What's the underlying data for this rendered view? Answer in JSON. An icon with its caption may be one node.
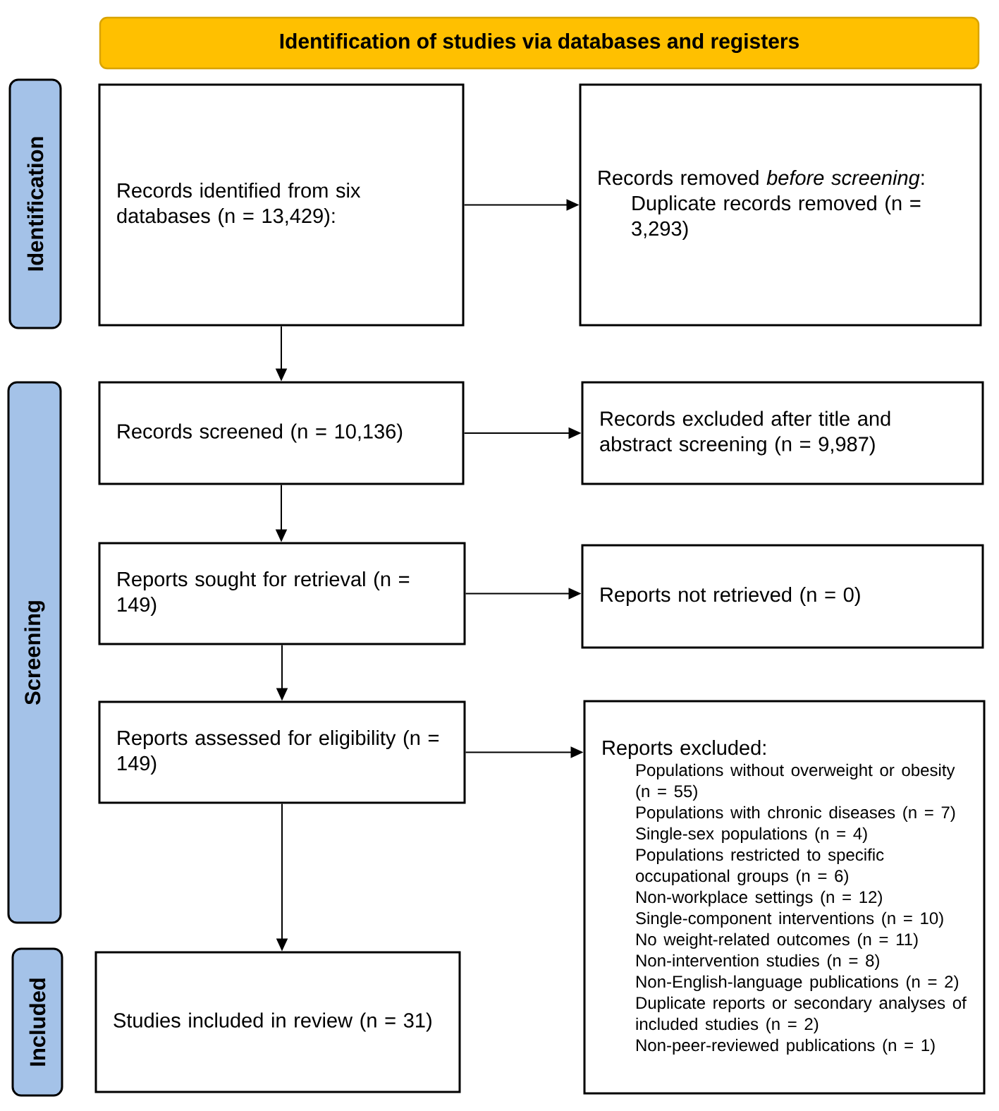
{
  "diagram": {
    "nodes": [
      {
        "text": [
          "Identification of studies via databases and registers"
        ]
      },
      {
        "text": [
          "Identification"
        ]
      },
      {
        "text": [
          "Screening"
        ]
      },
      {
        "text": [
          "Included"
        ]
      },
      {
        "text": [
          "Records identified from six databases (n = 13,429):"
        ]
      },
      {
        "text": [
          "Records removed *before screening*:",
          "Duplicate records removed (n = 3,293)"
        ]
      },
      {
        "text": [
          "Records screened (n = 10,136)"
        ]
      },
      {
        "text": [
          "Records excluded after title and abstract screening (n = 9,987)"
        ]
      },
      {
        "text": [
          "Reports sought for retrieval (n = 149)"
        ]
      },
      {
        "text": [
          "Reports not retrieved (n = 0)"
        ]
      },
      {
        "text": [
          "Reports assessed for eligibility (n = 149)"
        ]
      },
      {
        "text": [
          "Reports excluded:",
          "Populations without overweight or obesity (n = 55)",
          "Populations with chronic diseases (n = 7)",
          "Single-sex populations (n = 4)",
          "Populations restricted to specific occupational groups (n = 6)",
          "Non-workplace settings (n = 12)",
          "Single-component interventions (n = 10)",
          "No weight-related outcomes (n = 11)",
          "Non-intervention studies (n = 8)",
          "Non-English-language publications (n = 2)",
          "Duplicate reports or secondary analyses of included studies (n = 2)",
          "Non-peer-reviewed publications (n = 1)"
        ]
      },
      {
        "text": [
          "Studies included in review (n = 31)"
        ]
      }
    ],
    "edges": [
      {
        "from": 4,
        "to": 5,
        "arrow": "to"
      },
      {
        "from": 4,
        "to": 6,
        "arrow": "to"
      },
      {
        "from": 6,
        "to": 7,
        "arrow": "to"
      },
      {
        "from": 6,
        "to": 8,
        "arrow": "to"
      },
      {
        "from": 8,
        "to": 9,
        "arrow": "to"
      },
      {
        "from": 8,
        "to": 10,
        "arrow": "to"
      },
      {
        "from": 10,
        "to": 11,
        "arrow": "to"
      },
      {
        "from": 10,
        "to": 12,
        "arrow": "to"
      }
    ]
  }
}
